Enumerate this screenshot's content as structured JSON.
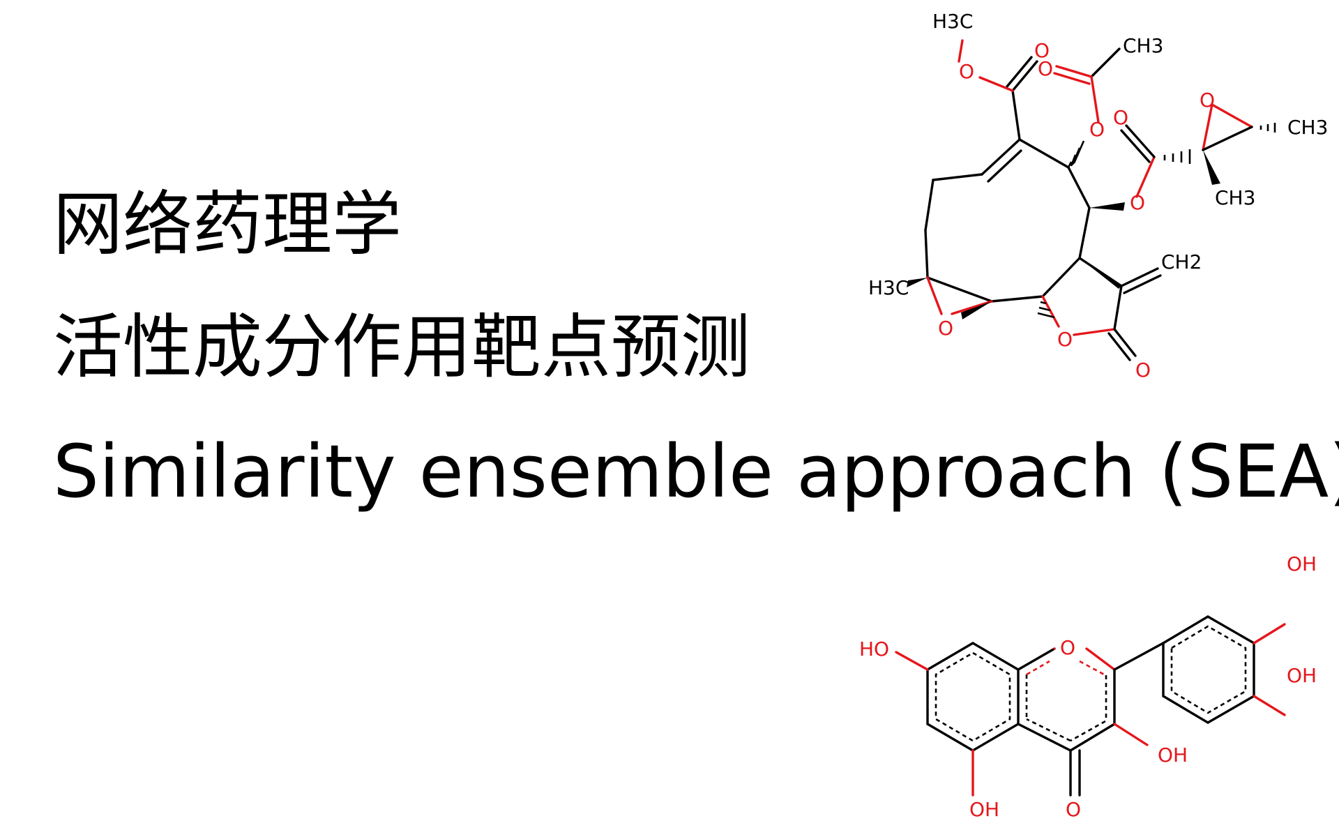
{
  "slide": {
    "title_line1": "网络药理学",
    "title_line2": "活性成分作用靶点预测",
    "title_line3": "Similarity ensemble approach (SEA)"
  },
  "molecule_top": {
    "labels": {
      "methyl_ester_methyl": "H3C",
      "acetyl_methyl": "CH3",
      "epoxide_methyl_right": "CH3",
      "epoxide_methyl_lower": "CH3",
      "exo_methylene": "CH2",
      "ring_methyl": "H3C",
      "oxygen": "O"
    }
  },
  "molecule_bottom": {
    "labels": {
      "hydroxyl": "OH",
      "hydroxyl_left": "HO",
      "oxygen": "O"
    }
  },
  "colors": {
    "oxygen": "#e5161b",
    "carbon": "#000000",
    "background": "#ffffff"
  }
}
